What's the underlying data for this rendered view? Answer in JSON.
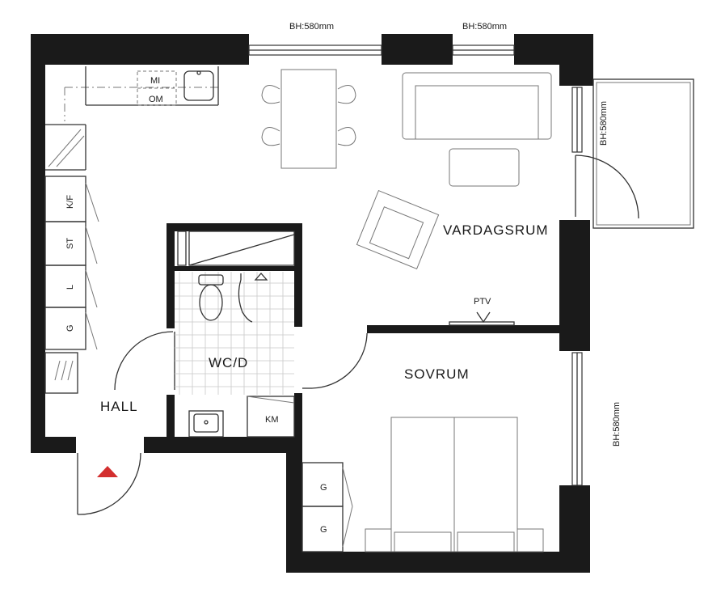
{
  "rooms": {
    "living": "VARDAGSRUM",
    "bedroom": "SOVRUM",
    "hall": "HALL",
    "bath": "WC/D"
  },
  "windows": {
    "top_left": "BH:580mm",
    "top_right": "BH:580mm",
    "balcony": "BH:580mm",
    "bedroom": "BH:580mm"
  },
  "appliances": {
    "microwave": "MI",
    "oven": "OM",
    "fridge_freezer": "K/F",
    "cabinet_st": "ST",
    "cabinet_l": "L",
    "cabinet_g": "G",
    "washer": "KM",
    "wardrobe_1": "G",
    "wardrobe_2": "G",
    "tv": "PTV"
  },
  "colors": {
    "wall": "#1a1a1a",
    "entrance_marker": "#d32f2f"
  }
}
